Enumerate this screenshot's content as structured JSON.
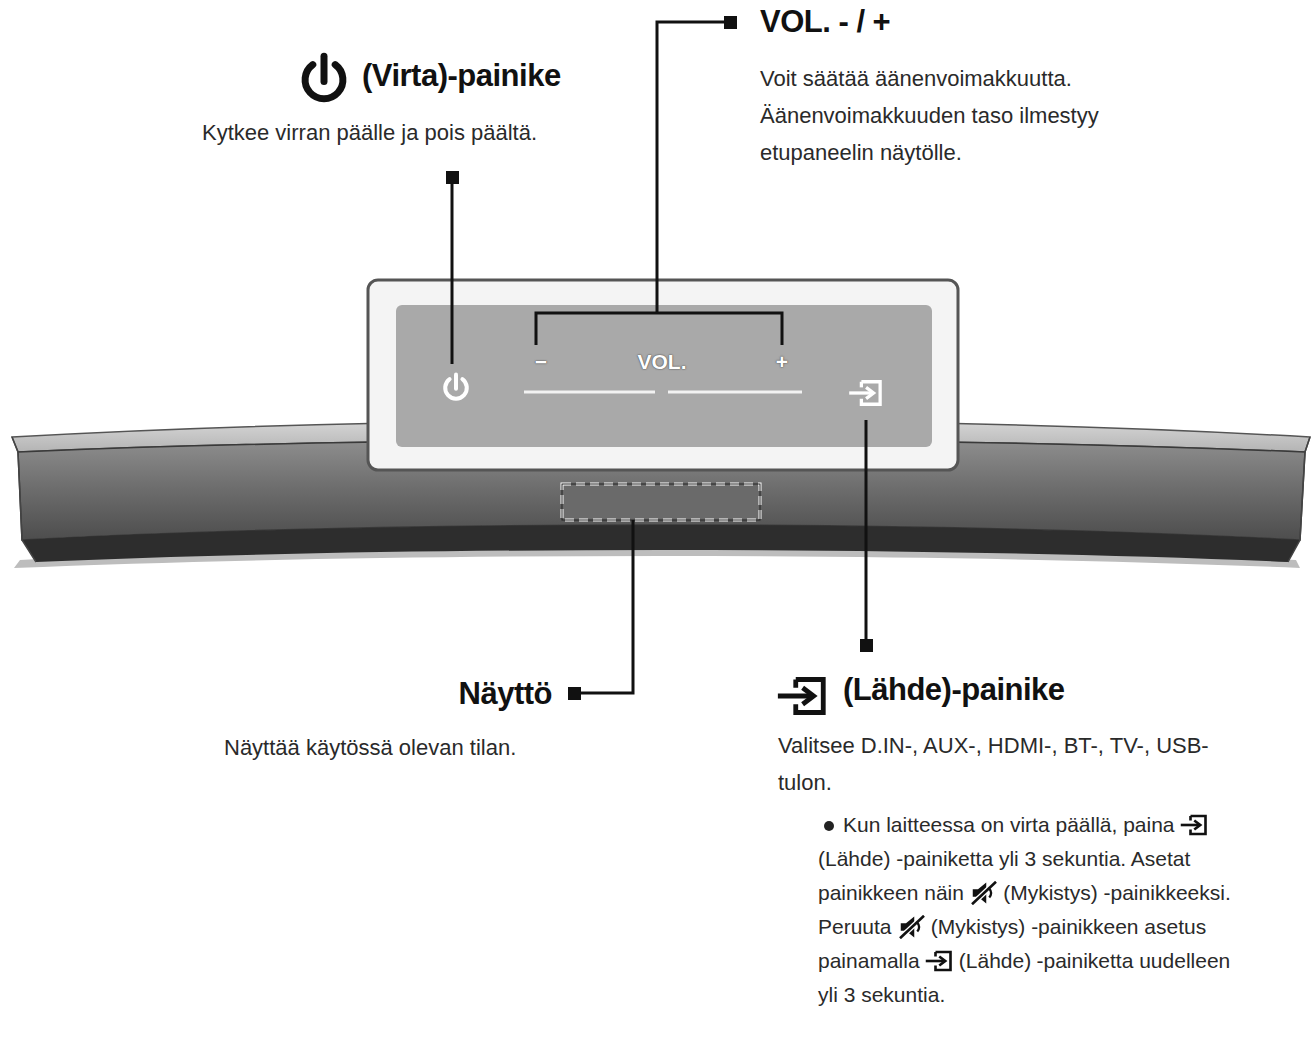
{
  "diagram": {
    "labels": [
      "(Virta)-painike",
      "Kytkee virran päälle ja pois päältä.",
      "VOL. - / +",
      "Voit säätää äänenvoimakkuutta. Äänenvoimakkuuden taso ilmestyy etupaneelin näytölle.",
      "−",
      "VOL.",
      "+",
      "Näyttö",
      "Näyttää käytössä olevan tilan.",
      "(Lähde)-painike",
      "Valitsee D.IN-, AUX-, HDMI-, BT-, TV-, USB-tulon.",
      "Kun laitteessa on virta päällä, paina",
      "(Lähde) -painiketta yli 3 sekuntia. Asetat painikkeen näin",
      "(Mykistys) -painikkeeksi. Peruuta",
      "(Mykistys) -painikkeen asetus painamalla",
      "(Lähde)",
      "-painiketta uudelleen yli 3 sekuntia."
    ]
  }
}
